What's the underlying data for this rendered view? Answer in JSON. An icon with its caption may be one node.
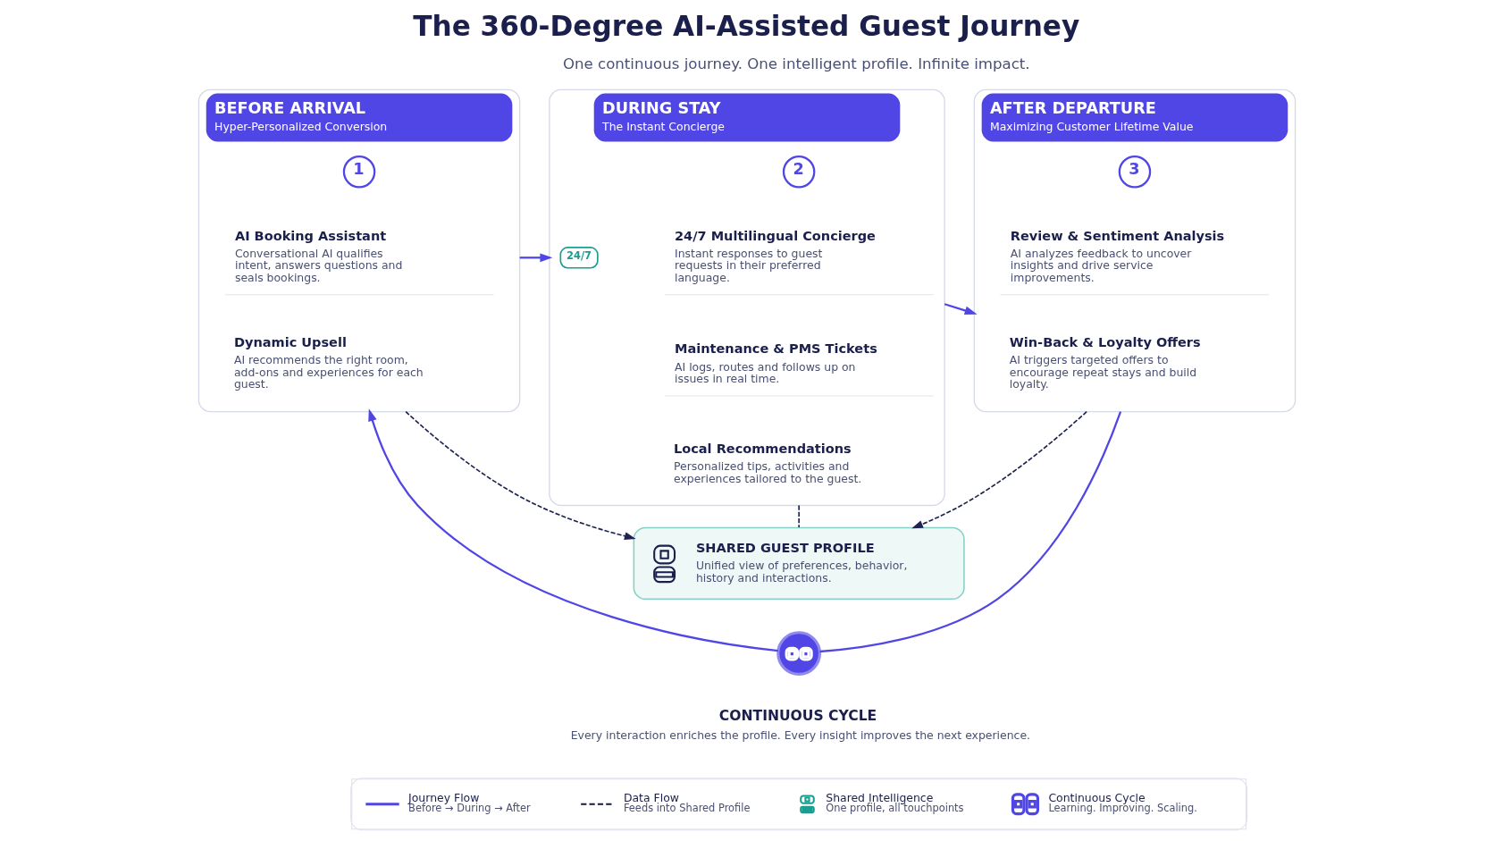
{
  "diagram": {
    "title": "The 360-Degree AI-Assisted Guest Journey",
    "nodes": [
      {
        "text": [
          "BEFORE ARRIVAL",
          "Hyper-Personalized Conversion"
        ]
      },
      {
        "text": [
          "1"
        ],
        "in": 0
      },
      {
        "text": [
          "AI Booking Assistant",
          "Conversational AI qualifies intent, answers questions and seals bookings."
        ],
        "in": 0
      },
      {
        "text": [
          "Dynamic Upsell",
          "AI recommends the right room, add-ons and experiences for each guest."
        ],
        "in": 0
      },
      {
        "text": [
          "DURING STAY",
          "The Instant Concierge"
        ]
      },
      {
        "text": [
          "2"
        ],
        "in": 4
      },
      {
        "text": [
          "24/7 Multilingual Concierge",
          "Instant responses to guest requests in their preferred language."
        ],
        "in": 4
      },
      {
        "text": [
          "24/7"
        ],
        "in": 4
      },
      {
        "text": [
          "Maintenance & PMS Tickets",
          "AI logs, routes and follows up on issues in real time."
        ],
        "in": 4
      },
      {
        "text": [
          "Local Recommendations",
          "Personalized tips, activities and experiences tailored to the guest."
        ],
        "in": 4
      },
      {
        "text": [
          "AFTER DEPARTURE",
          "Maximizing Customer Lifetime Value"
        ]
      },
      {
        "text": [
          "3"
        ],
        "in": 10
      },
      {
        "text": [
          "Review & Sentiment Analysis",
          "AI analyzes feedback to uncover insights and drive service improvements."
        ],
        "in": 10
      },
      {
        "text": [
          "Win-Back & Loyalty Offers",
          "AI triggers targeted offers to encourage repeat stays and build loyalty."
        ],
        "in": 10
      },
      {
        "text": [
          "SHARED GUEST PROFILE",
          "Unified view of preferences, behavior, history and interactions."
        ]
      },
      {
        "text": [],
        "shape": "circle",
        "beside": [
          "CONTINUOUS CYCLE",
          "Every interaction enriches the profile. Every insight improves the next experience."
        ]
      }
    ],
    "edges": [
      {
        "from": 0,
        "to": 4,
        "arrow": "to"
      },
      {
        "from": 4,
        "to": 10,
        "arrow": "to"
      },
      {
        "from": 0,
        "to": 14,
        "arrow": "to",
        "style": "dashed",
        "color": "#1e2452"
      },
      {
        "from": 4,
        "to": 14,
        "arrow": "none",
        "style": "dashed",
        "color": "#1e2452"
      },
      {
        "from": 10,
        "to": 14,
        "arrow": "to",
        "style": "dashed",
        "color": "#1e2452"
      },
      {
        "from": 10,
        "to": 15,
        "arrow": "none"
      },
      {
        "from": 15,
        "to": 0,
        "arrow": "to"
      }
    ],
    "labels": [
      "One continuous journey. One intelligent profile. Infinite impact.",
      "Before → During → After",
      "Feeds into Shared Profile",
      "One profile, all touchpoints",
      "Learning. Improving. Scaling."
    ],
    "legend": [
      {
        "text": "Journey Flow"
      },
      {
        "text": "Data Flow"
      },
      {
        "text": "Shared Intelligence"
      },
      {
        "text": "Continuous Cycle"
      }
    ]
  }
}
